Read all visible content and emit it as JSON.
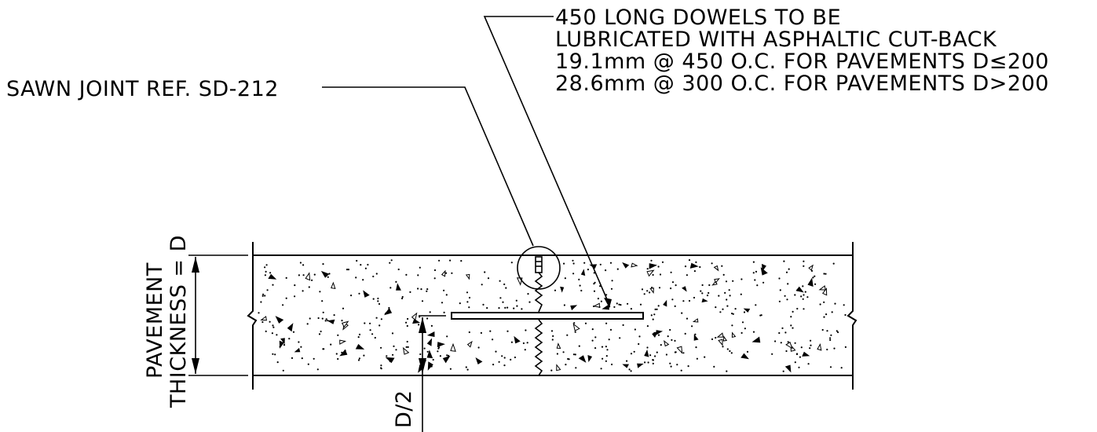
{
  "callouts": {
    "dowel_line1": "450 LONG DOWELS TO BE",
    "dowel_line2": "LUBRICATED WITH ASPHALTIC CUT-BACK",
    "dowel_line3": "19.1mm @ 450 O.C. FOR PAVEMENTS D≤200",
    "dowel_line4": "28.6mm @ 300 O.C. FOR PAVEMENTS D>200",
    "sawn_joint": "SAWN JOINT REF. SD-212"
  },
  "dimensions": {
    "thickness_line1": "PAVEMENT",
    "thickness_line2": "THICKNESS = D",
    "dowel_depth": "D/2"
  },
  "colors": {
    "line": "#000000",
    "background": "#ffffff"
  }
}
